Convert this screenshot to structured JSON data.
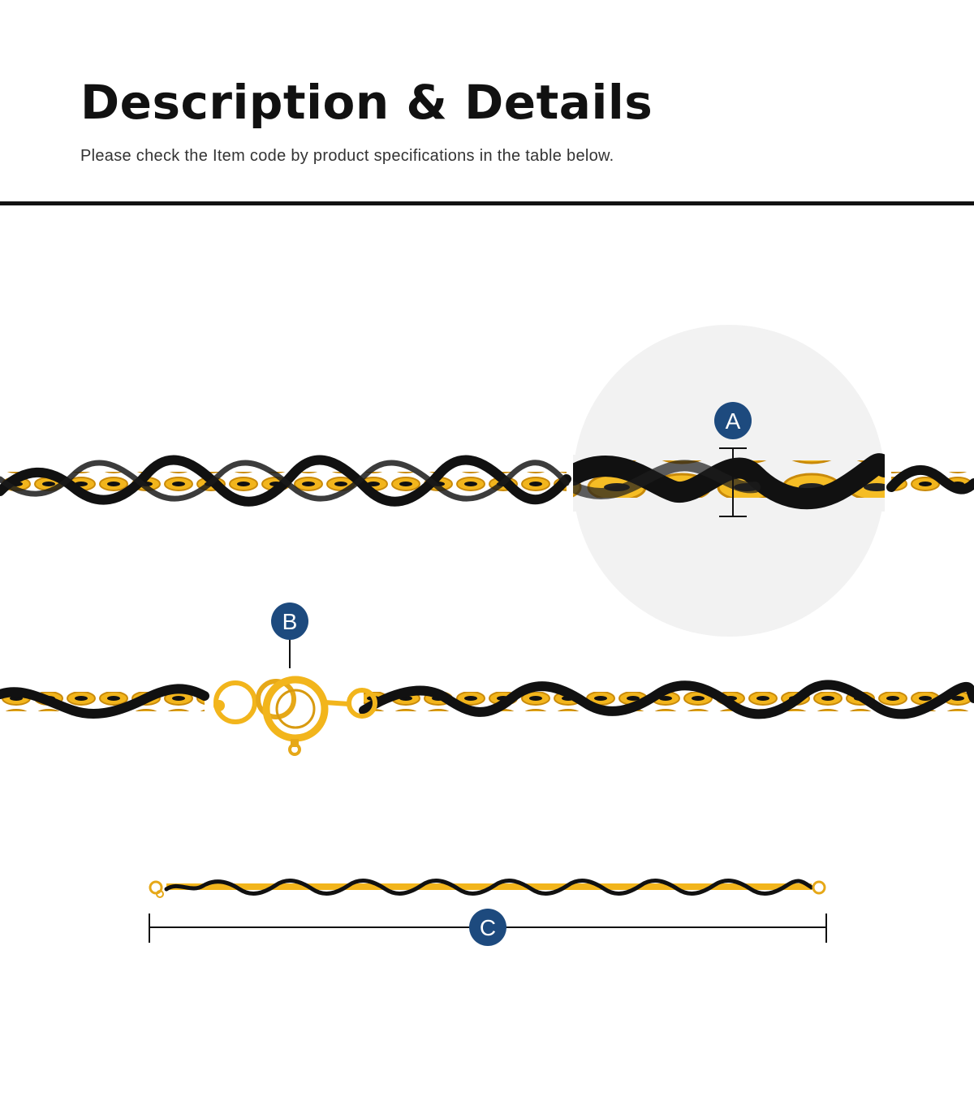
{
  "header": {
    "title": "Description & Details",
    "subtitle": "Please check the Item code by product specifications in the table below."
  },
  "markers": {
    "a": "A",
    "b": "B",
    "c": "C"
  },
  "colors": {
    "gold": "#f2b51c",
    "gold_dark": "#c98a0a",
    "cord": "#111111",
    "marker_blue": "#1d4a7e",
    "zoom_circle": "#f2f2f2"
  }
}
